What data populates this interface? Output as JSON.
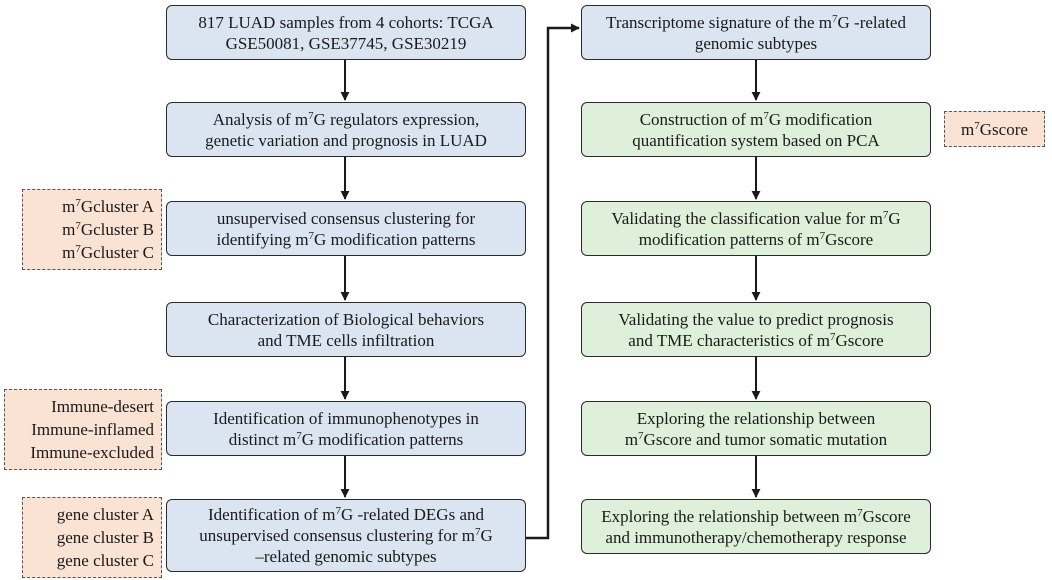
{
  "left_column": [
    {
      "lines": [
        [
          "817 LUAD samples from 4 cohorts: TCGA"
        ],
        [
          "GSE50081, GSE37745, GSE30219"
        ]
      ]
    },
    {
      "lines": [
        [
          "Analysis of m",
          {
            "sup": "7"
          },
          "G regulators expression,"
        ],
        [
          "genetic variation and prognosis in LUAD"
        ]
      ]
    },
    {
      "lines": [
        [
          "unsupervised consensus clustering for"
        ],
        [
          "identifying m",
          {
            "sup": "7"
          },
          "G modification patterns"
        ]
      ]
    },
    {
      "lines": [
        [
          "Characterization of Biological behaviors"
        ],
        [
          "and TME cells infiltration"
        ]
      ]
    },
    {
      "lines": [
        [
          "Identification of immunophenotypes in"
        ],
        [
          "distinct m",
          {
            "sup": "7"
          },
          "G modification patterns"
        ]
      ]
    },
    {
      "lines": [
        [
          "Identification of m",
          {
            "sup": "7"
          },
          "G -related DEGs and"
        ],
        [
          "unsupervised consensus clustering for m",
          {
            "sup": "7"
          },
          "G"
        ],
        [
          "–related genomic subtypes"
        ]
      ]
    }
  ],
  "right_column": [
    {
      "lines": [
        [
          "Transcriptome signature of the m",
          {
            "sup": "7"
          },
          "G -related"
        ],
        [
          "genomic subtypes"
        ]
      ]
    },
    {
      "lines": [
        [
          "Construction of m",
          {
            "sup": "7"
          },
          "G modification"
        ],
        [
          "quantification system based on PCA"
        ]
      ]
    },
    {
      "lines": [
        [
          "Validating the classification value for m",
          {
            "sup": "7"
          },
          "G"
        ],
        [
          "modification patterns of m",
          {
            "sup": "7"
          },
          "Gscore"
        ]
      ]
    },
    {
      "lines": [
        [
          "Validating the value to predict prognosis"
        ],
        [
          "and TME characteristics of m",
          {
            "sup": "7"
          },
          "Gscore"
        ]
      ]
    },
    {
      "lines": [
        [
          "Exploring the relationship between"
        ],
        [
          "m",
          {
            "sup": "7"
          },
          "Gscore and tumor somatic mutation"
        ]
      ]
    },
    {
      "lines": [
        [
          "Exploring the relationship between m",
          {
            "sup": "7"
          },
          "Gscore"
        ],
        [
          "and immunotherapy/chemotherapy response"
        ]
      ]
    }
  ],
  "side_notes": [
    {
      "lines": [
        [
          "m",
          {
            "sup": "7"
          },
          "Gcluster A"
        ],
        [
          "m",
          {
            "sup": "7"
          },
          "Gcluster B"
        ],
        [
          "m",
          {
            "sup": "7"
          },
          "Gcluster C"
        ]
      ]
    },
    {
      "lines": [
        [
          "Immune-desert"
        ],
        [
          "Immune-inflamed"
        ],
        [
          "Immune-excluded"
        ]
      ]
    },
    {
      "lines": [
        [
          "gene cluster A"
        ],
        [
          "gene cluster B"
        ],
        [
          "gene cluster C"
        ]
      ]
    },
    {
      "lines": [
        [
          "m",
          {
            "sup": "7"
          },
          "Gscore"
        ]
      ]
    }
  ],
  "colors": {
    "process_box": "#dbe5f2",
    "score_box": "#def0d9",
    "note_box": "#fbe3d4",
    "stroke": "#1a1a1a"
  }
}
